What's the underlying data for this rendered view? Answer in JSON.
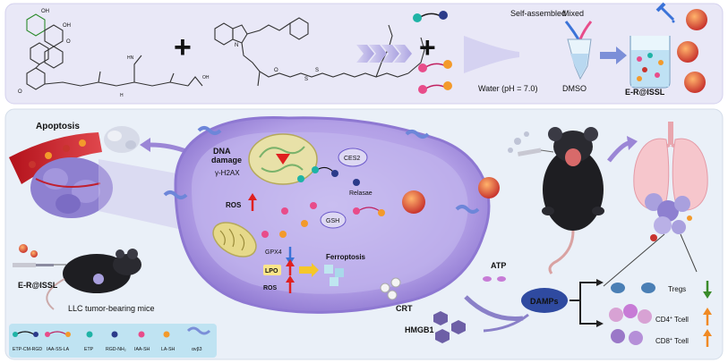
{
  "top_panel": {
    "step_labels": {
      "self_assembled": "Self-assembled",
      "mixed": "Mixed",
      "water": "Water (pH = 7.0)",
      "dmso": "DMSO",
      "product": "E-R@ISSL"
    },
    "plus_symbols": [
      "+",
      "+"
    ]
  },
  "cell": {
    "labels": {
      "dna_damage_line1": "DNA",
      "dna_damage_line2": "damage",
      "h2ax": "γ-H2AX",
      "ces2": "CES2",
      "release": "Relasae",
      "gsh": "GSH",
      "ros_top": "ROS",
      "gpx4": "GPX4",
      "ferroptosis": "Ferroptosis",
      "lpo": "LPO",
      "ros_bottom": "ROS"
    }
  },
  "left_panel": {
    "apoptosis": "Apoptosis",
    "injection_label": "E-R@ISSL",
    "mouse_caption": "LLC tumor-bearing mice"
  },
  "right_panel": {
    "atp": "ATP",
    "crt": "CRT",
    "damps": "DAMPs",
    "hmgb1": "HMGB1",
    "tregs": "Tregs",
    "cd4_main": "CD4",
    "cd4_sup": "+",
    "cd4_suffix": "Tcell",
    "cd8_main": "CD8",
    "cd8_sup": "+",
    "cd8_suffix": "Tcell"
  },
  "legend": {
    "items": [
      {
        "label": "ETP-CM-RGD"
      },
      {
        "label": "IAA-SS-LA"
      },
      {
        "label": "ETP"
      },
      {
        "label": "RGD-NH₂"
      },
      {
        "label": "IAA-SH"
      },
      {
        "label": "LA-SH"
      },
      {
        "label": "αvβ3"
      }
    ]
  },
  "colors": {
    "top_bg": "#e9e8f7",
    "bottom_bg": "#eaf0f8",
    "cell_purple": "#9b86d6",
    "cell_inner": "#b7a7e6",
    "teal": "#1fb3a6",
    "pink": "#e84c8a",
    "orange": "#f39a2b",
    "navy": "#2b3b8a",
    "red_arrow": "#e02020",
    "blue_arrow": "#3b73d8",
    "green_arrow": "#3a8b2a",
    "orange_arrow": "#f08a24",
    "legend_bg": "#bfe3f2"
  }
}
